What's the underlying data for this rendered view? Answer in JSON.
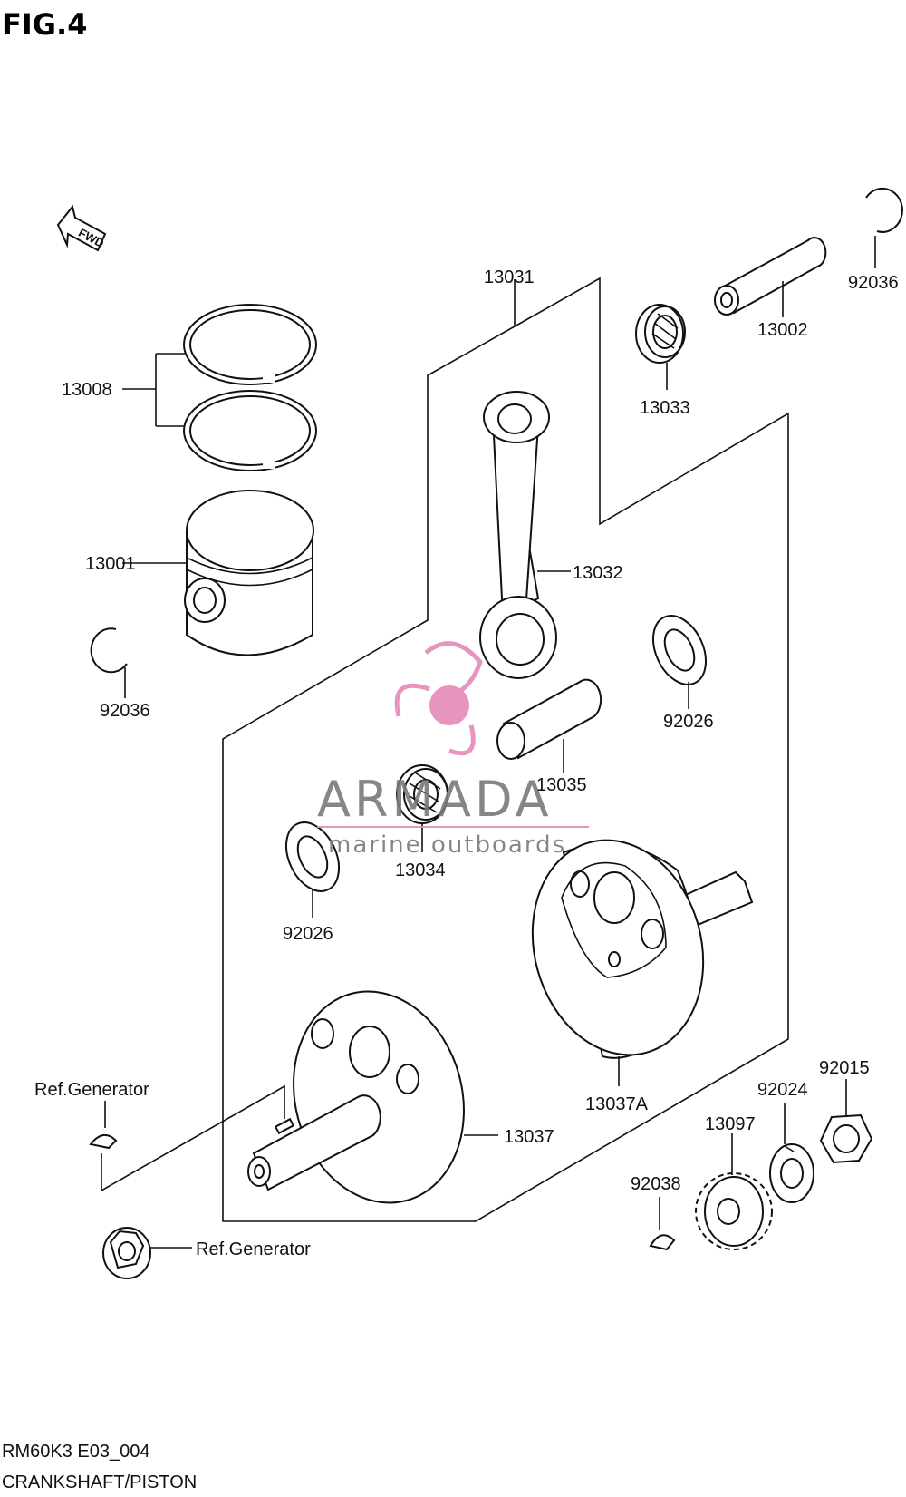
{
  "figure": {
    "title": "FIG.4",
    "fwd_label": "FWD"
  },
  "footer": {
    "model_code": "RM60K3 E03_004",
    "section_title": "CRANKSHAFT/PISTON"
  },
  "watermark": {
    "brand": "ARMADA",
    "tagline": "marine outboards",
    "accent_color": "#e58ab8"
  },
  "parts": {
    "p13031": "13031",
    "p13008": "13008",
    "p13001": "13001",
    "p92036_left": "92036",
    "p92036_right": "92036",
    "p13002": "13002",
    "p13033": "13033",
    "p13032": "13032",
    "p92026_right": "92026",
    "p92026_left": "92026",
    "p13035": "13035",
    "p13034": "13034",
    "p13037A": "13037A",
    "p13037": "13037",
    "ref_generator_top": "Ref.Generator",
    "ref_generator_bottom": "Ref.Generator",
    "p92015": "92015",
    "p92024": "92024",
    "p13097": "13097",
    "p92038": "92038"
  }
}
